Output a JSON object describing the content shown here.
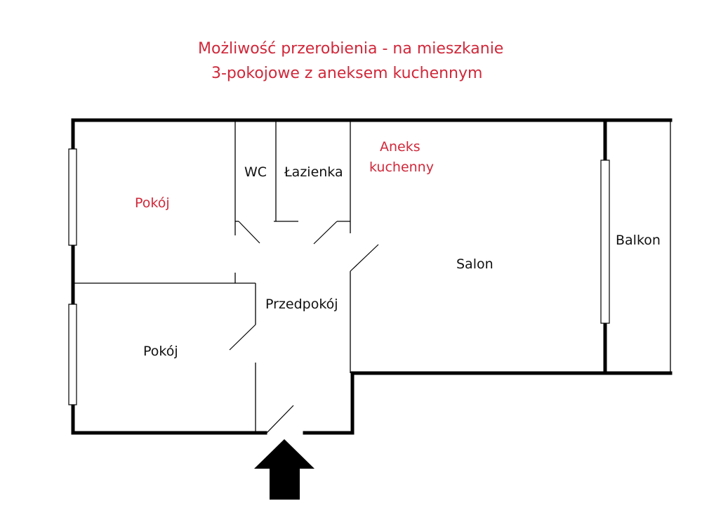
{
  "title": {
    "line1": "Możliwość przerobienia - na mieszkanie",
    "line2": "3-pokojowe z aneksem kuchennym"
  },
  "rooms": {
    "pokoj_top": "Pokój",
    "wc": "WC",
    "lazienka": "Łazienka",
    "aneks_line1": "Aneks",
    "aneks_line2": "kuchenny",
    "salon": "Salon",
    "balkon": "Balkon",
    "przedpokoj": "Przedpokój",
    "pokoj_bottom": "Pokój"
  },
  "colors": {
    "accent": "#d0283a",
    "wall": "#000000"
  }
}
